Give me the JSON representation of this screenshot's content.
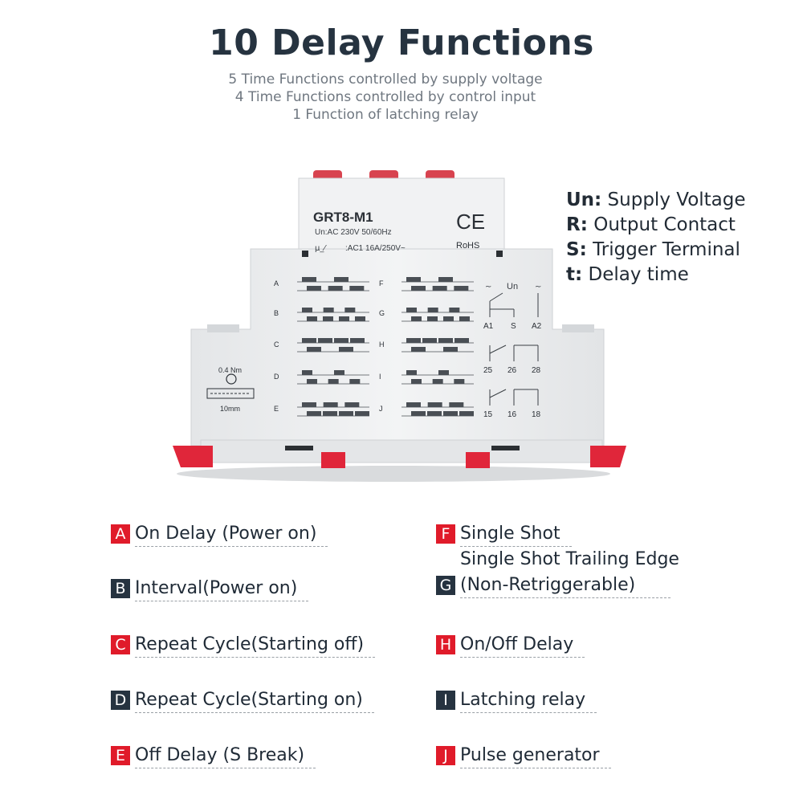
{
  "title": "10 Delay Functions",
  "subtitles": [
    "5 Time Functions controlled by supply voltage",
    "4 Time Functions controlled by control input",
    "1 Function of latching relay"
  ],
  "legend": [
    {
      "key": "Un:",
      "text": " Supply Voltage"
    },
    {
      "key": "R:",
      "text": " Output Contact"
    },
    {
      "key": "S:",
      "text": " Trigger Terminal"
    },
    {
      "key": "t:",
      "text": " Delay time"
    }
  ],
  "device": {
    "model": "GRT8-M1",
    "rating": "Un:AC 230V 50/60Hz",
    "contact": ":AC1 16A/250V~",
    "ce": "CE",
    "rohs": "RoHS",
    "torque": "0.4 Nm",
    "strip": "10mm",
    "un_label": "Un",
    "terminals_top": [
      "A1",
      "S",
      "A2"
    ],
    "terminals_mid": [
      "25",
      "26",
      "28"
    ],
    "terminals_bot": [
      "15",
      "16",
      "18"
    ],
    "diagram_letters_left": [
      "A",
      "B",
      "C",
      "D",
      "E"
    ],
    "diagram_letters_right": [
      "F",
      "G",
      "H",
      "I",
      "J"
    ]
  },
  "functions_left": [
    {
      "letter": "A",
      "label": "On Delay (Power on)",
      "color": "#e01b2a"
    },
    {
      "letter": "B",
      "label": "Interval(Power on)",
      "color": "#263340"
    },
    {
      "letter": "C",
      "label": "Repeat Cycle(Starting off)",
      "color": "#e01b2a"
    },
    {
      "letter": "D",
      "label": "Repeat Cycle(Starting on)",
      "color": "#263340"
    },
    {
      "letter": "E",
      "label": "Off Delay (S Break)",
      "color": "#e01b2a"
    }
  ],
  "functions_right": [
    {
      "letter": "F",
      "label": "Single Shot",
      "color": "#e01b2a"
    },
    {
      "letter": "G",
      "label_line1": "Single Shot Trailing Edge",
      "label_line2": "(Non-Retriggerable)",
      "color": "#263340"
    },
    {
      "letter": "H",
      "label": "On/Off Delay",
      "color": "#e01b2a"
    },
    {
      "letter": "I",
      "label": "Latching relay",
      "color": "#263340"
    },
    {
      "letter": "J",
      "label": "Pulse generator",
      "color": "#e01b2a"
    }
  ]
}
